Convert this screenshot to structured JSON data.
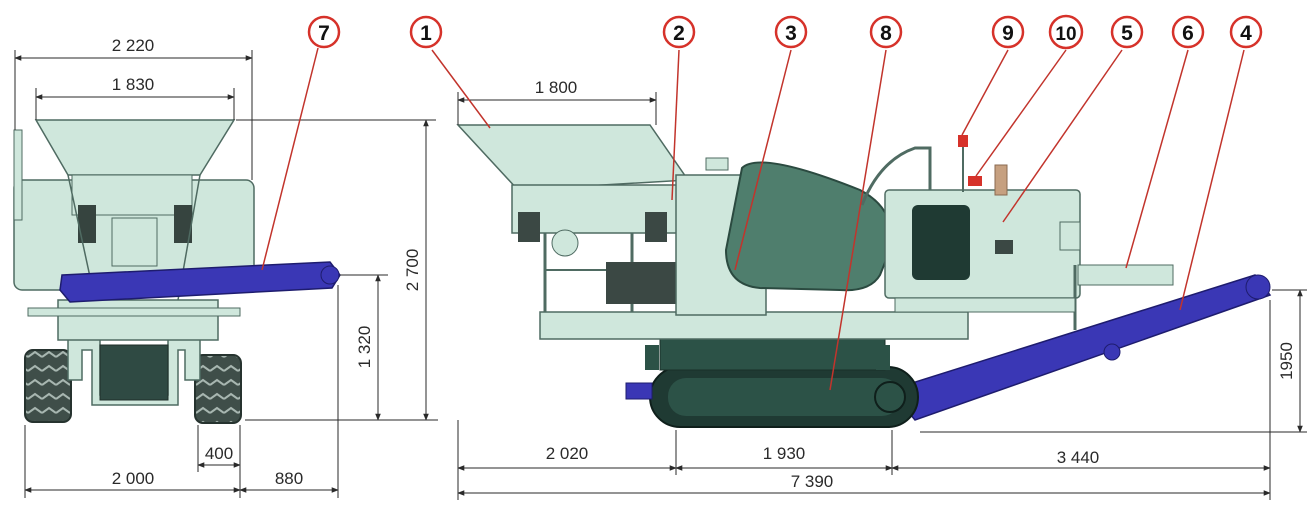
{
  "dimensions": {
    "front_total_width": "2 220",
    "front_hopper_width": "1 830",
    "front_track_width": "2 000",
    "front_track_gap": "400",
    "front_conveyor_overhang": "880",
    "front_conveyor_height": "1 320",
    "total_height": "2 700",
    "side_hopper_length": "1 800",
    "side_front_length": "2 020",
    "side_track_length": "1 930",
    "side_conveyor_length": "3 440",
    "side_total_length": "7 390",
    "side_discharge_height": "1950"
  },
  "callouts": [
    "7",
    "1",
    "2",
    "3",
    "8",
    "9",
    "10",
    "5",
    "6",
    "4"
  ],
  "colors": {
    "machine_body": "#cfe7dc",
    "machine_outline": "#4f6b62",
    "conveyor": "#3a37b5",
    "track": "#26473f",
    "jaw_cover": "#4f7e6d",
    "callout_ring": "#d6322a",
    "leader_line": "#c2342c"
  }
}
